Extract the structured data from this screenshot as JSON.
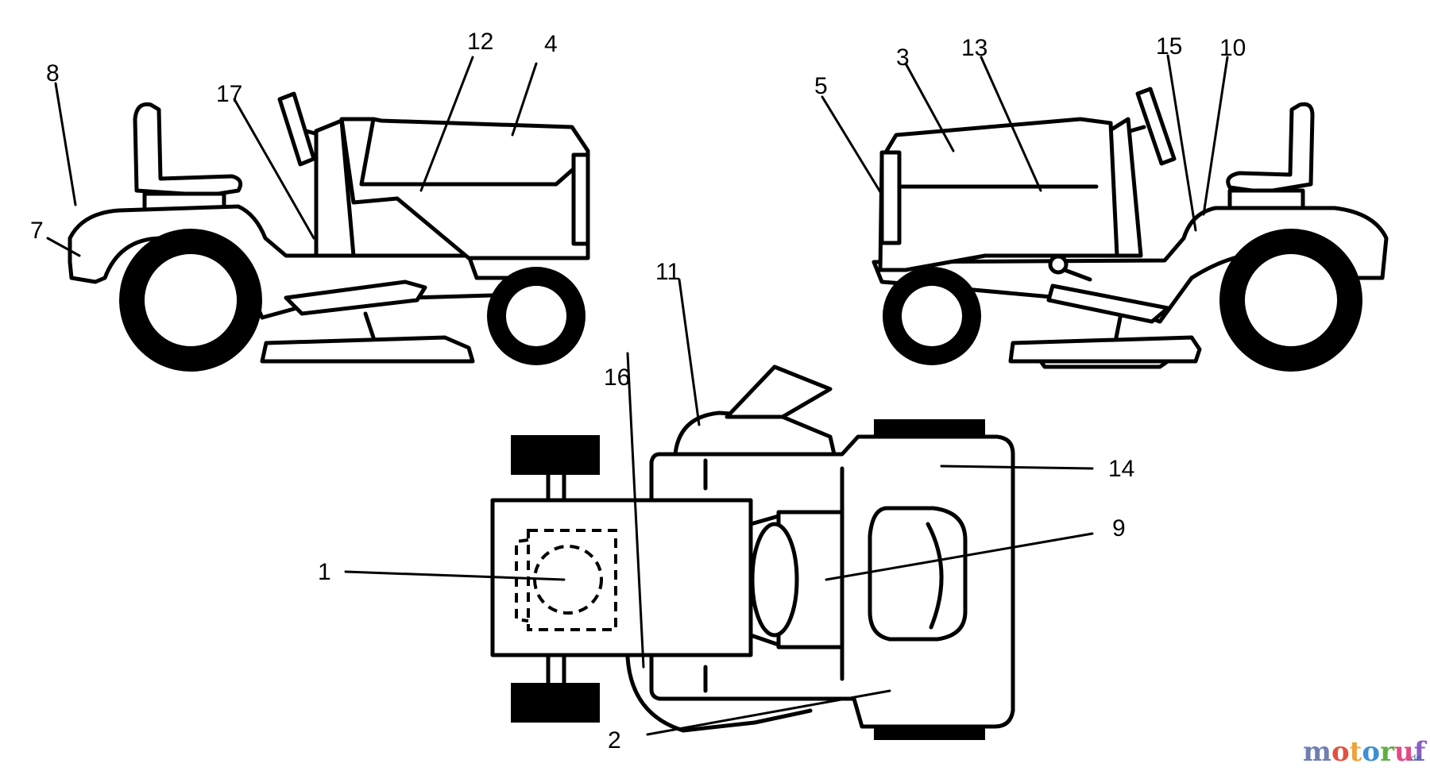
{
  "diagram": {
    "callouts": [
      "1",
      "2",
      "3",
      "4",
      "5",
      "7",
      "8",
      "9",
      "10",
      "11",
      "12",
      "13",
      "14",
      "15",
      "16",
      "17"
    ]
  },
  "watermark": {
    "letters": [
      "m",
      "o",
      "t",
      "o",
      "r",
      "u",
      "f"
    ],
    "colors": [
      "#6f7fb0",
      "#e0523f",
      "#f0a23a",
      "#3c8fd6",
      "#5fae44",
      "#e24a86",
      "#8a5fc4"
    ],
    "suffix": ".de"
  }
}
